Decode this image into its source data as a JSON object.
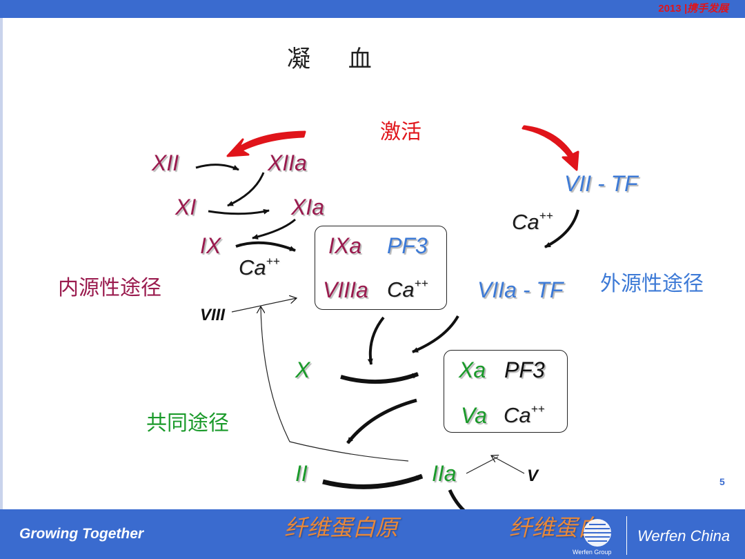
{
  "header": {
    "year": "2013",
    "separator": "|",
    "slogan": "携手发展"
  },
  "title": "凝 血",
  "activation_label": "激活",
  "pathways": {
    "intrinsic": "内源性途径",
    "extrinsic": "外源性途径",
    "common": "共同途径"
  },
  "factors": {
    "xii": "XII",
    "xiia": "XIIa",
    "xi": "XI",
    "xia": "XIa",
    "ix": "IX",
    "ixa": "IXa",
    "pf3_1": "PF3",
    "viiia": "VIIIa",
    "viii": "VIII",
    "vii_tf": "VII - TF",
    "viia_tf": "VIIa - TF",
    "x": "X",
    "xa": "Xa",
    "pf3_2": "PF3",
    "va": "Va",
    "v": "V",
    "ii": "II",
    "iia": "IIa",
    "fibrinogen": "纤维蛋白原",
    "fibrin": "纤维蛋白"
  },
  "calcium": {
    "base": "Ca",
    "charge": "++"
  },
  "footer": {
    "slogan": "Growing Together",
    "company": "Werfen China",
    "logo_text": "Werfen Group",
    "page_number": "5"
  },
  "colors": {
    "header_bar": "#3a6bcf",
    "intrinsic": "#9a1b4e",
    "extrinsic": "#3d7ad6",
    "common": "#1a9a2a",
    "activation": "#e0141a",
    "fibrin": "#e8883a"
  },
  "icons": {
    "logo": "werfen-globe-icon"
  }
}
